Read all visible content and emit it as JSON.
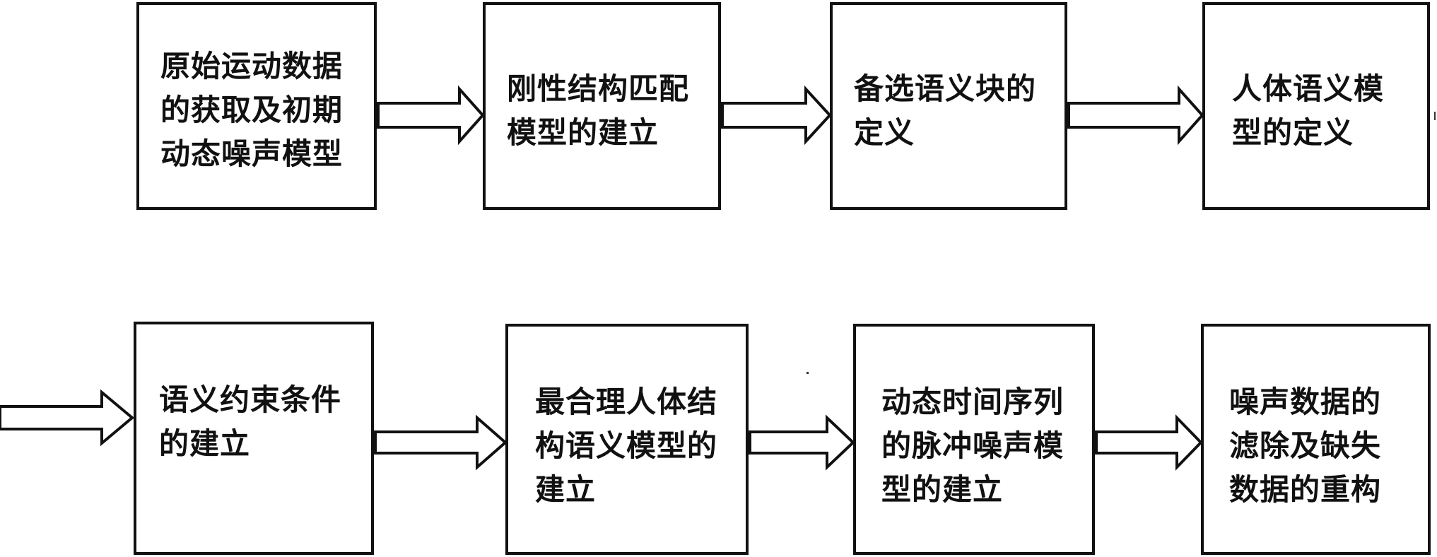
{
  "diagram": {
    "rows": [
      {
        "boxes": [
          {
            "id": "step-1",
            "label": "原始运动数据\n的获取及初期\n动态噪声模型"
          },
          {
            "id": "step-2",
            "label": "刚性结构匹配\n模型的建立"
          },
          {
            "id": "step-3",
            "label": "备选语义块的\n定义"
          },
          {
            "id": "step-4",
            "label": "人体语义模\n型的定义"
          }
        ]
      },
      {
        "boxes": [
          {
            "id": "step-5",
            "label": "语义约束条件\n的建立"
          },
          {
            "id": "step-6",
            "label": "最合理人体结\n构语义模型的\n建立"
          },
          {
            "id": "step-7",
            "label": "动态时间序列\n的脉冲噪声模\n型的建立"
          },
          {
            "id": "step-8",
            "label": "噪声数据的\n滤除及缺失\n数据的重构"
          }
        ]
      }
    ],
    "flow": "left-to-right, row 1 continues into row 2",
    "colors": {
      "stroke": "#111111",
      "fill": "#ffffff"
    }
  }
}
